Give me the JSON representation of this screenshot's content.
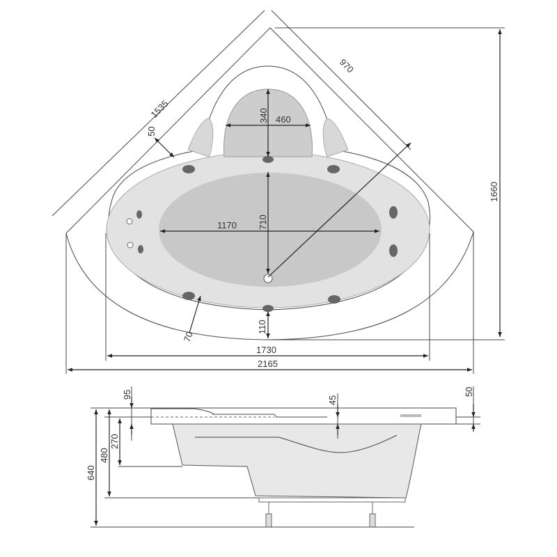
{
  "drawing": {
    "top_view": {
      "dims": {
        "diag_back": "1535",
        "diag_side": "970",
        "head_depth": "340",
        "head_width": "460",
        "height_total": "1660",
        "basin_length": "1170",
        "basin_width": "710",
        "rim_back": "50",
        "rim_front": "70",
        "front_gap": "110",
        "inner_width": "1730",
        "outer_width": "2165"
      }
    },
    "side_view": {
      "dims": {
        "rim_left": "95",
        "rim_mid": "45",
        "rim_right": "50",
        "seat_depth": "270",
        "basin_depth": "480",
        "total_height": "640"
      }
    },
    "colors": {
      "line": "#444444",
      "fill_light": "#ececec",
      "fill_mid": "#d6d6d6",
      "fill_dark": "#c4c4c4",
      "jet": "#666666"
    }
  }
}
